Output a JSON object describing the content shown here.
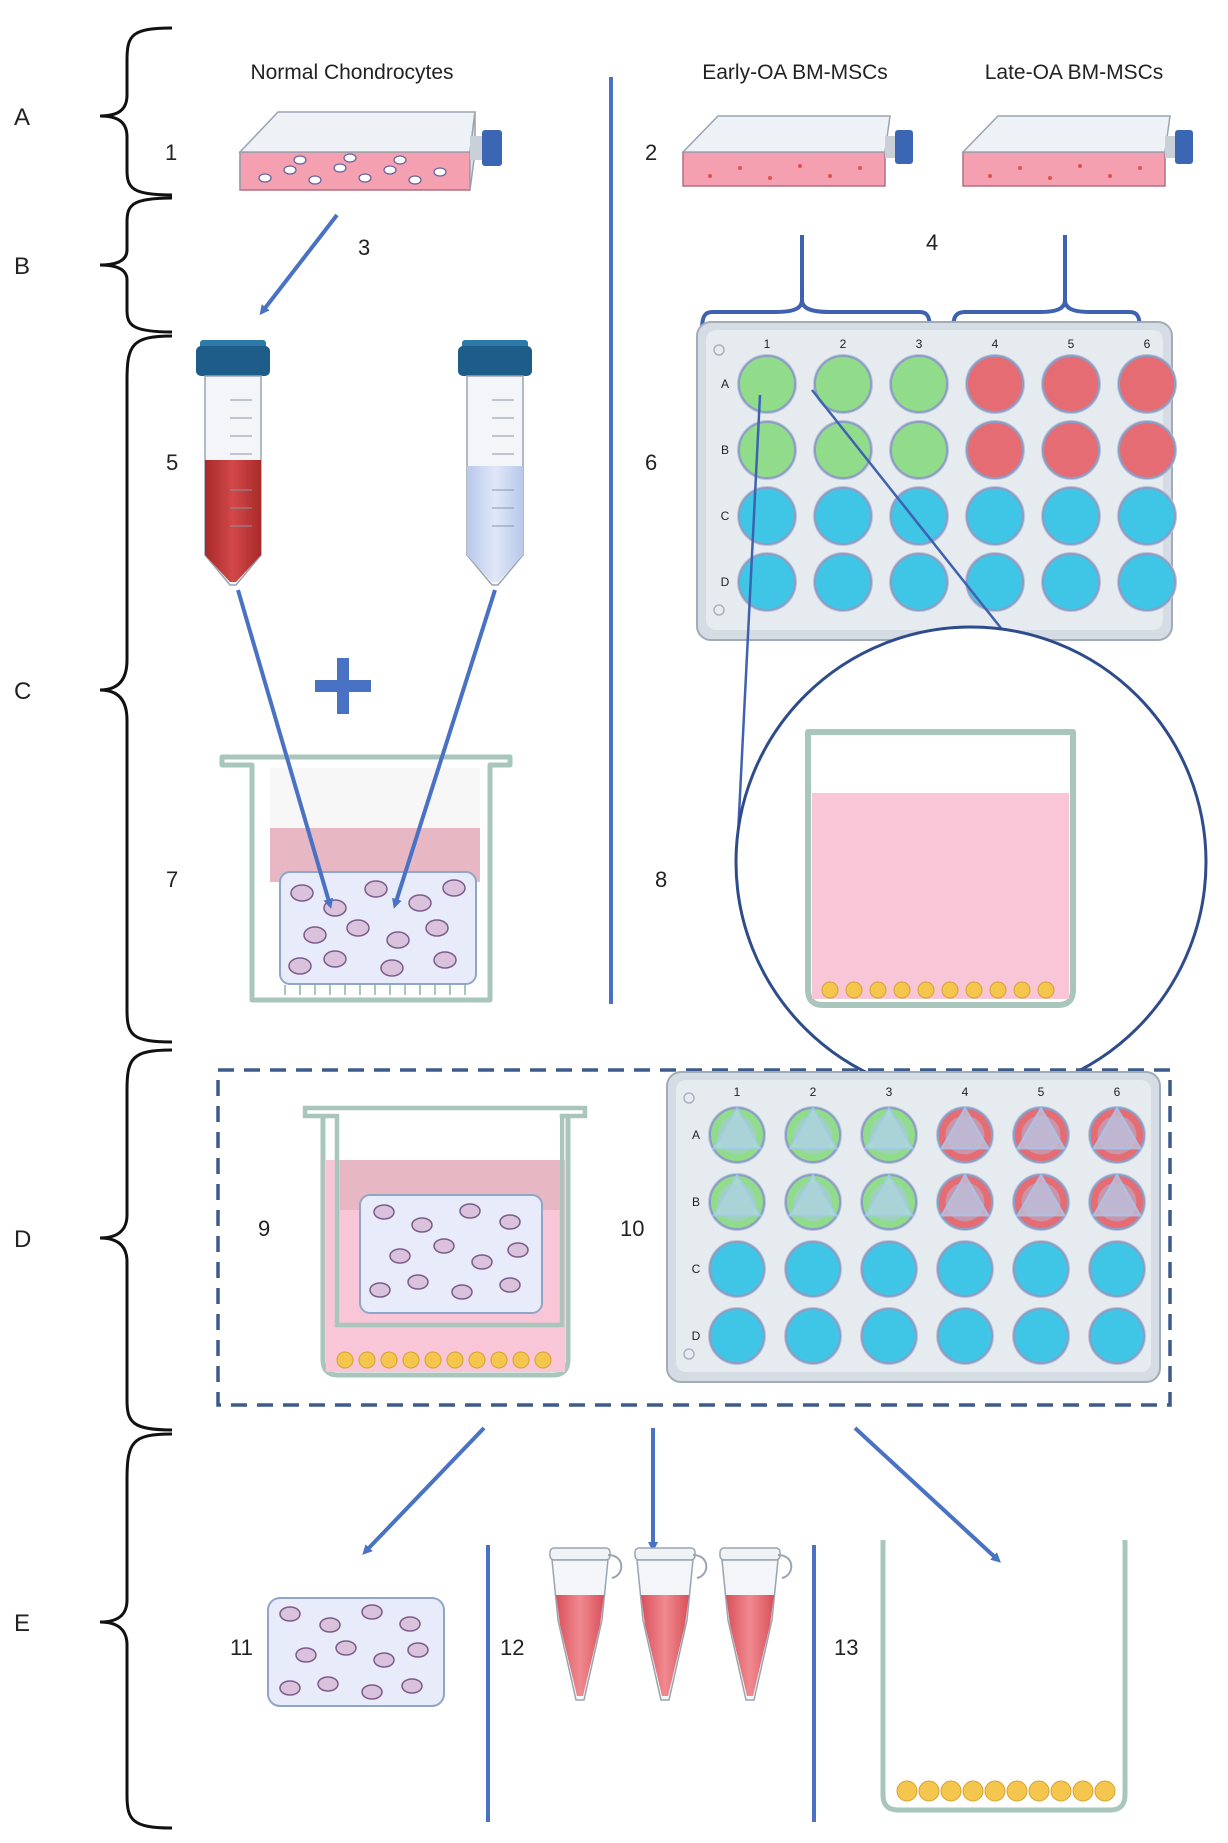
{
  "sections": [
    "A",
    "B",
    "C",
    "D",
    "E"
  ],
  "headers": {
    "normal": "Normal Chondrocytes",
    "early": "Early-OA BM-MSCs",
    "late": "Late-OA BM-MSCs"
  },
  "step_numbers": [
    "1",
    "2",
    "3",
    "4",
    "5",
    "6",
    "7",
    "8",
    "9",
    "10",
    "11",
    "12",
    "13"
  ],
  "plate": {
    "columns": [
      "1",
      "2",
      "3",
      "4",
      "5",
      "6"
    ],
    "rows": [
      "A",
      "B",
      "C",
      "D"
    ]
  },
  "colors": {
    "arrow": "#4a72c4",
    "green_well": "#90dc8a",
    "red_well": "#e46c72",
    "blue_well": "#3fc6e6",
    "medium_pink": "#f8c6d6",
    "red_medium": "#c03a3a",
    "cell_yellow": "#f4c64e",
    "dashed_box": "#3d5a8c"
  }
}
